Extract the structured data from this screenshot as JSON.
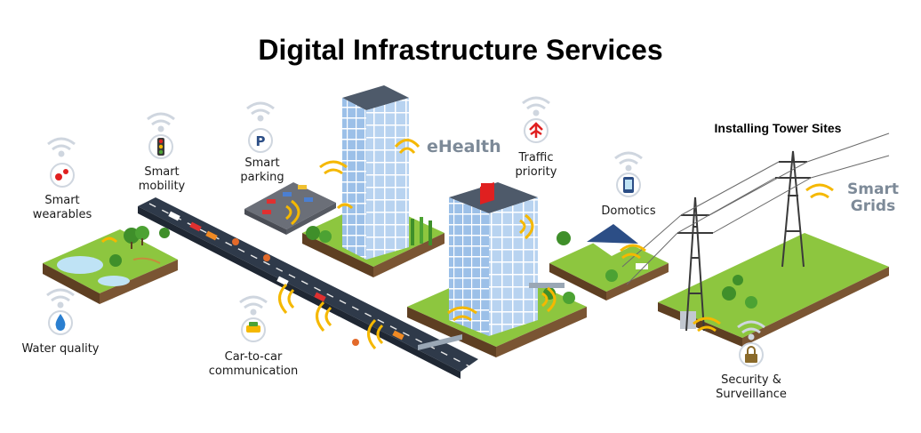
{
  "title": "Digital Infrastructure Services",
  "labels": {
    "smart_wearables": "Smart\nwearables",
    "smart_mobility": "Smart\nmobility",
    "smart_parking": "Smart\nparking",
    "ehealth": "eHealth",
    "traffic_priority": "Traffic\npriority",
    "domotics": "Domotics",
    "installing_tower_sites": "Installing Tower Sites",
    "smart_grids": "Smart\nGrids",
    "water_quality": "Water quality",
    "car_to_car": "Car-to-car\ncommunication",
    "security_surveillance": "Security &\nSurveillance"
  },
  "colors": {
    "grass": "#8dc63f",
    "soil": "#6b4a2b",
    "road": "#2f3a4a",
    "building_glass": "#a9c9ec",
    "signal": "#f5b800",
    "icon_ring": "#cfd6df",
    "red_cross": "#e02020"
  },
  "icons": [
    "wifi-icon",
    "gears-icon",
    "traffic-light-icon",
    "parking-icon",
    "arrows-icon",
    "phone-icon",
    "water-drop-icon",
    "car-icon",
    "padlock-icon"
  ]
}
